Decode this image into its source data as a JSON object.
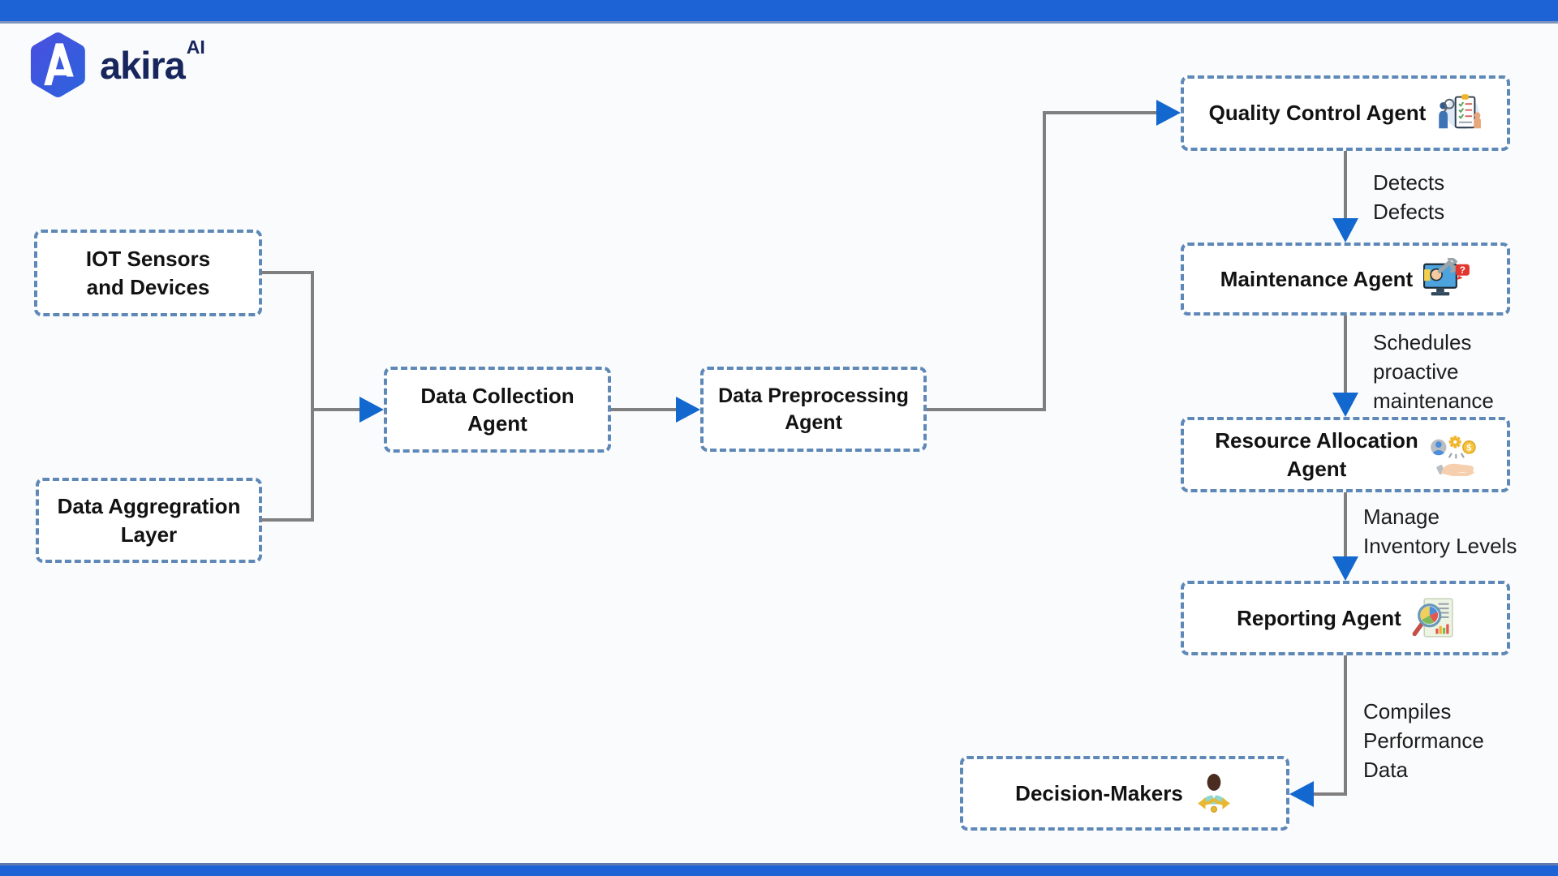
{
  "brand": {
    "name": "akira",
    "superscript": "AI"
  },
  "colors": {
    "accent_blue": "#1e63d6",
    "arrow_blue": "#1268cf",
    "connector_gray": "#7f7f7f",
    "box_border_blue": "#5e88b8",
    "logo_navy": "#17265c",
    "logo_hexagon_blue": "#3a55dd"
  },
  "diagram": {
    "nodes": [
      {
        "id": "iot-sensors",
        "label": "IOT Sensors\nand Devices"
      },
      {
        "id": "data-aggregation",
        "label": "Data Aggregration\nLayer"
      },
      {
        "id": "data-collection",
        "label": "Data Collection\nAgent"
      },
      {
        "id": "data-preprocessing",
        "label": "Data Preprocessing\nAgent"
      },
      {
        "id": "quality-control",
        "label": "Quality Control Agent",
        "icon": "quality-control-inspection-icon"
      },
      {
        "id": "maintenance",
        "label": "Maintenance Agent",
        "icon": "monitor-wrench-repair-icon"
      },
      {
        "id": "resource-allocation",
        "label": "Resource Allocation\nAgent",
        "icon": "hand-resources-allocation-icon"
      },
      {
        "id": "reporting",
        "label": "Reporting Agent",
        "icon": "report-magnifier-chart-icon"
      },
      {
        "id": "decision-makers",
        "label": "Decision-Makers",
        "icon": "person-decision-paths-icon"
      }
    ],
    "edge_labels": {
      "detects_defects": "Detects\nDefects",
      "schedules_maintenance": "Schedules\nproactive\nmaintenance",
      "manage_inventory": "Manage\nInventory Levels",
      "compiles_performance": "Compiles\nPerformance\nData"
    }
  }
}
